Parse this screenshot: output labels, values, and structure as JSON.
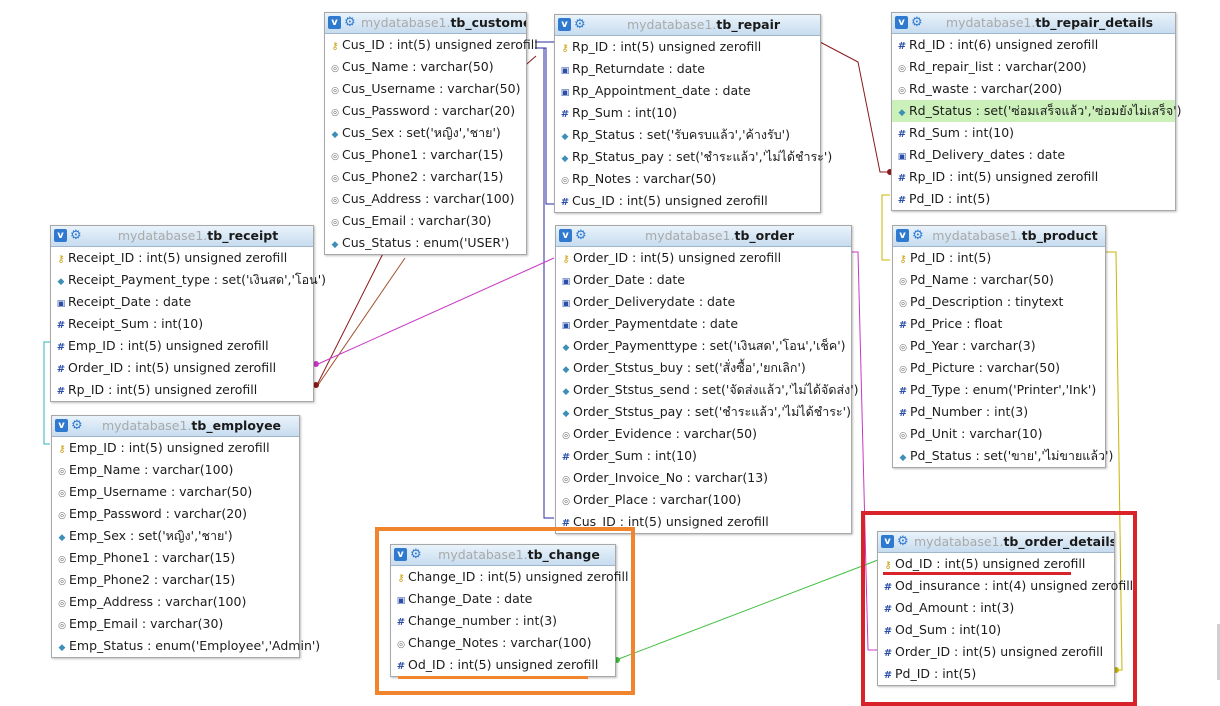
{
  "colors": {
    "header_top": "#e9f3fb",
    "header_bottom": "#c7dcef",
    "highlight_row": "#cbf0b9",
    "box_orange": "#f0852d",
    "box_red": "#d8232a",
    "underline_orange": "#f0852d",
    "underline_red": "#d8232a",
    "link_purple": "#c838c8",
    "link_dark_red": "#8a1a1a",
    "link_navy": "#2a2aa0",
    "link_green": "#3fbf3f",
    "link_olive": "#c8b400",
    "link_teal": "#2fb6b6",
    "link_brown": "#a0522d"
  },
  "header_icons": {
    "toggle": "v-toggle-icon",
    "gear": "gear-icon"
  },
  "field_icons": {
    "key": "key-icon",
    "number": "hash-icon",
    "text": "text-circle-icon",
    "set": "diamond-icon",
    "date": "calendar-icon"
  },
  "tables": {
    "customer": {
      "db": "mydatabase1.",
      "name": "tb_customer",
      "fields": [
        {
          "icon": "key",
          "text": "Cus_ID : int(5) unsigned zerofill"
        },
        {
          "icon": "text",
          "text": "Cus_Name : varchar(50)"
        },
        {
          "icon": "text",
          "text": "Cus_Username : varchar(50)"
        },
        {
          "icon": "text",
          "text": "Cus_Password : varchar(20)"
        },
        {
          "icon": "set",
          "text": "Cus_Sex : set('หญิง','ชาย')"
        },
        {
          "icon": "text",
          "text": "Cus_Phone1 : varchar(15)"
        },
        {
          "icon": "text",
          "text": "Cus_Phone2 : varchar(15)"
        },
        {
          "icon": "text",
          "text": "Cus_Address : varchar(100)"
        },
        {
          "icon": "text",
          "text": "Cus_Email : varchar(30)"
        },
        {
          "icon": "set",
          "text": "Cus_Status : enum('USER')"
        }
      ]
    },
    "repair": {
      "db": "mydatabase1.",
      "name": "tb_repair",
      "fields": [
        {
          "icon": "key",
          "text": "Rp_ID : int(5) unsigned zerofill"
        },
        {
          "icon": "date",
          "text": "Rp_Returndate : date"
        },
        {
          "icon": "date",
          "text": "Rp_Appointment_date : date"
        },
        {
          "icon": "number",
          "text": "Rp_Sum : int(10)"
        },
        {
          "icon": "set",
          "text": "Rp_Status : set('รับครบแล้ว','ค้างรับ')"
        },
        {
          "icon": "set",
          "text": "Rp_Status_pay : set('ชำระแล้ว','ไม่ได้ชำระ')"
        },
        {
          "icon": "text",
          "text": "Rp_Notes : varchar(50)"
        },
        {
          "icon": "number",
          "text": "Cus_ID : int(5) unsigned zerofill"
        }
      ]
    },
    "repair_details": {
      "db": "mydatabase1.",
      "name": "tb_repair_details",
      "fields": [
        {
          "icon": "number",
          "text": "Rd_ID : int(6) unsigned zerofill"
        },
        {
          "icon": "text",
          "text": "Rd_repair_list : varchar(200)"
        },
        {
          "icon": "text",
          "text": "Rd_waste : varchar(200)"
        },
        {
          "icon": "set",
          "text": "Rd_Status : set('ซ่อมเสร็จแล้ว','ซ่อมยังไม่เสร็จ')",
          "highlight": true
        },
        {
          "icon": "number",
          "text": "Rd_Sum : int(10)"
        },
        {
          "icon": "date",
          "text": "Rd_Delivery_dates : date"
        },
        {
          "icon": "number",
          "text": "Rp_ID : int(5) unsigned zerofill"
        },
        {
          "icon": "number",
          "text": "Pd_ID : int(5)"
        }
      ]
    },
    "receipt": {
      "db": "mydatabase1.",
      "name": "tb_receipt",
      "fields": [
        {
          "icon": "key",
          "text": "Receipt_ID : int(5) unsigned zerofill"
        },
        {
          "icon": "set",
          "text": "Receipt_Payment_type : set('เงินสด','โอน')"
        },
        {
          "icon": "date",
          "text": "Receipt_Date : date"
        },
        {
          "icon": "number",
          "text": "Receipt_Sum : int(10)"
        },
        {
          "icon": "number",
          "text": "Emp_ID : int(5) unsigned zerofill"
        },
        {
          "icon": "number",
          "text": "Order_ID : int(5) unsigned zerofill"
        },
        {
          "icon": "number",
          "text": "Rp_ID : int(5) unsigned zerofill"
        }
      ]
    },
    "order": {
      "db": "mydatabase1.",
      "name": "tb_order",
      "fields": [
        {
          "icon": "key",
          "text": "Order_ID : int(5) unsigned zerofill"
        },
        {
          "icon": "date",
          "text": "Order_Date : date"
        },
        {
          "icon": "date",
          "text": "Order_Deliverydate : date"
        },
        {
          "icon": "date",
          "text": "Order_Paymentdate : date"
        },
        {
          "icon": "set",
          "text": "Order_Paymenttype : set('เงินสด','โอน','เช็ค')"
        },
        {
          "icon": "set",
          "text": "Order_Ststus_buy : set('สั่งซื้อ','ยกเลิก')"
        },
        {
          "icon": "set",
          "text": "Order_Ststus_send : set('จัดส่งแล้ว','ไม่ได้จัดส่ง')"
        },
        {
          "icon": "set",
          "text": "Order_Ststus_pay : set('ชำระแล้ว','ไม่ได้ชำระ')"
        },
        {
          "icon": "text",
          "text": "Order_Evidence : varchar(50)"
        },
        {
          "icon": "number",
          "text": "Order_Sum : int(10)"
        },
        {
          "icon": "text",
          "text": "Order_Invoice_No : varchar(13)"
        },
        {
          "icon": "text",
          "text": "Order_Place : varchar(100)"
        },
        {
          "icon": "number",
          "text": "Cus_ID : int(5) unsigned zerofill"
        }
      ]
    },
    "product": {
      "db": "mydatabase1.",
      "name": "tb_product",
      "fields": [
        {
          "icon": "key",
          "text": "Pd_ID : int(5)"
        },
        {
          "icon": "text",
          "text": "Pd_Name : varchar(50)"
        },
        {
          "icon": "text",
          "text": "Pd_Description : tinytext"
        },
        {
          "icon": "number",
          "text": "Pd_Price : float"
        },
        {
          "icon": "text",
          "text": "Pd_Year : varchar(3)"
        },
        {
          "icon": "text",
          "text": "Pd_Picture : varchar(50)"
        },
        {
          "icon": "number",
          "text": "Pd_Type : enum('Printer','Ink')"
        },
        {
          "icon": "number",
          "text": "Pd_Number : int(3)"
        },
        {
          "icon": "text",
          "text": "Pd_Unit : varchar(10)"
        },
        {
          "icon": "set",
          "text": "Pd_Status : set('ขาย','ไม่ขายแล้ว')"
        }
      ]
    },
    "employee": {
      "db": "mydatabase1.",
      "name": "tb_employee",
      "fields": [
        {
          "icon": "key",
          "text": "Emp_ID : int(5) unsigned zerofill"
        },
        {
          "icon": "text",
          "text": "Emp_Name : varchar(100)"
        },
        {
          "icon": "text",
          "text": "Emp_Username : varchar(50)"
        },
        {
          "icon": "text",
          "text": "Emp_Password : varchar(20)"
        },
        {
          "icon": "set",
          "text": "Emp_Sex : set('หญิง','ชาย')"
        },
        {
          "icon": "text",
          "text": "Emp_Phone1 : varchar(15)"
        },
        {
          "icon": "text",
          "text": "Emp_Phone2 : varchar(15)"
        },
        {
          "icon": "text",
          "text": "Emp_Address : varchar(100)"
        },
        {
          "icon": "text",
          "text": "Emp_Email : varchar(30)"
        },
        {
          "icon": "set",
          "text": "Emp_Status : enum('Employee','Admin')"
        }
      ]
    },
    "change": {
      "db": "mydatabase1.",
      "name": "tb_change",
      "fields": [
        {
          "icon": "key",
          "text": "Change_ID : int(5) unsigned zerofill"
        },
        {
          "icon": "date",
          "text": "Change_Date : date"
        },
        {
          "icon": "number",
          "text": "Change_number : int(3)"
        },
        {
          "icon": "text",
          "text": "Change_Notes : varchar(100)"
        },
        {
          "icon": "number",
          "text": "Od_ID : int(5) unsigned zerofill"
        }
      ]
    },
    "order_details": {
      "db": "mydatabase1.",
      "name": "tb_order_details",
      "fields": [
        {
          "icon": "key",
          "text": "Od_ID : int(5) unsigned zerofill"
        },
        {
          "icon": "number",
          "text": "Od_insurance : int(4) unsigned zerofill"
        },
        {
          "icon": "number",
          "text": "Od_Amount : int(3)"
        },
        {
          "icon": "number",
          "text": "Od_Sum : int(10)"
        },
        {
          "icon": "number",
          "text": "Order_ID : int(5) unsigned zerofill"
        },
        {
          "icon": "number",
          "text": "Pd_ID : int(5)"
        }
      ]
    }
  }
}
